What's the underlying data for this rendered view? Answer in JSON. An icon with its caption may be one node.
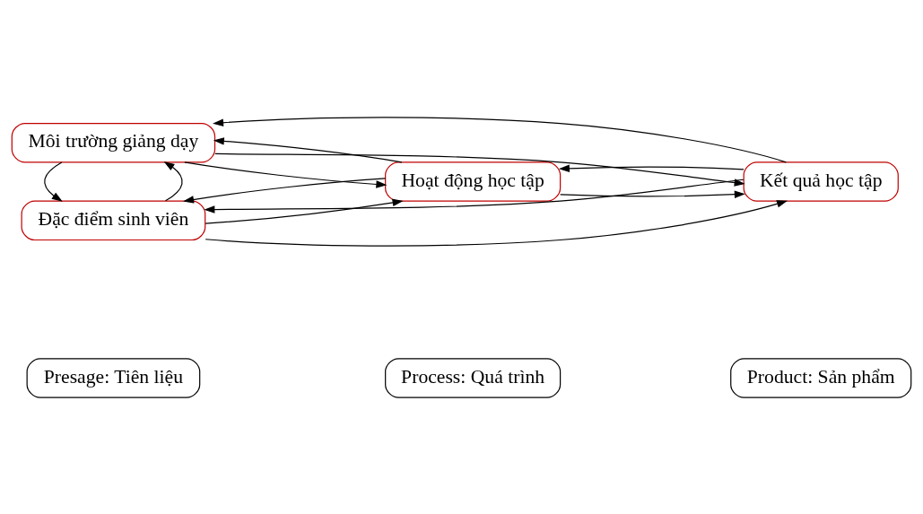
{
  "diagram": {
    "nodes": [
      {
        "text": [
          "Presage: Tiên liệu"
        ]
      },
      {
        "text": [
          "Process: Quá trình"
        ]
      },
      {
        "text": [
          "Product: Sản phẩm"
        ]
      },
      {
        "text": [
          "Đặc điểm sinh viên"
        ]
      },
      {
        "text": [
          "Hoạt động học tập"
        ]
      },
      {
        "text": [
          "Kết quả học tập"
        ]
      },
      {
        "text": [
          "Môi trường giảng dạy"
        ]
      }
    ],
    "edges": [
      {
        "from": 3,
        "to": 5,
        "arrow": "to"
      },
      {
        "from": 5,
        "to": 3,
        "arrow": "to"
      },
      {
        "from": 4,
        "to": 3,
        "arrow": "to"
      },
      {
        "from": 3,
        "to": 4,
        "arrow": "to"
      },
      {
        "from": 3,
        "to": 6,
        "arrow": "to"
      },
      {
        "from": 6,
        "to": 3,
        "arrow": "to"
      },
      {
        "from": 6,
        "to": 4,
        "arrow": "to"
      },
      {
        "from": 4,
        "to": 6,
        "arrow": "to"
      },
      {
        "from": 4,
        "to": 5,
        "arrow": "to"
      },
      {
        "from": 5,
        "to": 4,
        "arrow": "to"
      },
      {
        "from": 6,
        "to": 5,
        "arrow": "to"
      },
      {
        "from": 5,
        "to": 6,
        "arrow": "to"
      }
    ]
  }
}
